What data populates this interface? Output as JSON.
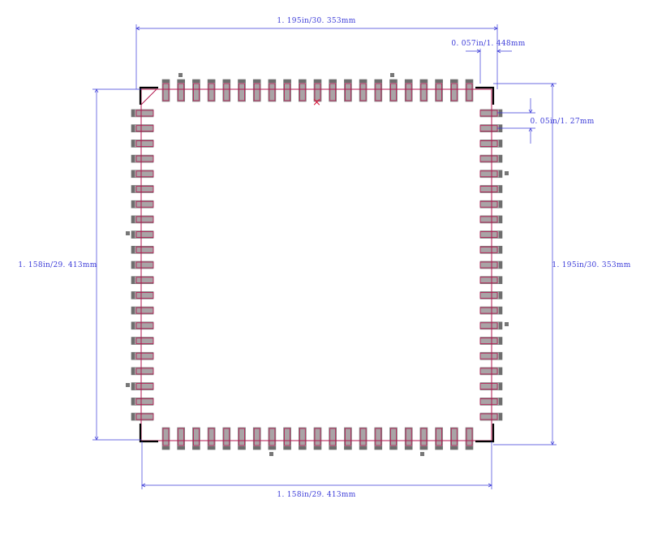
{
  "dimensions": {
    "top_width": "1. 195in/30. 353mm",
    "pin_length": "0. 057in/1. 448mm",
    "pin_pitch": "0. 05in/1. 27mm",
    "left_height": "1. 158in/29. 413mm",
    "right_height": "1. 195in/30. 353mm",
    "bottom_width": "1. 158in/29. 413mm"
  },
  "footprint": {
    "pins_per_side": 21,
    "pin1_marker": "×"
  },
  "colors": {
    "dimension": "#3a3ad8",
    "pad_fill": "#a9a4a6",
    "pad_edge": "#6e6e6e",
    "pin_outline": "#b3164f",
    "body_corner": "#000000",
    "marker": "#d61a3c"
  }
}
